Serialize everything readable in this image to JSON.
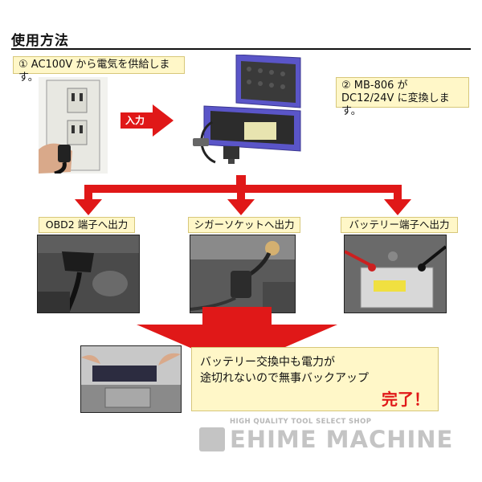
{
  "header": {
    "title": "使用方法"
  },
  "step1": {
    "text": "① AC100V から電気を供給します。"
  },
  "step2": {
    "line1": "② MB-806 が",
    "line2": "DC12/24V に変換します。"
  },
  "input_arrow": {
    "label": "入力"
  },
  "outputs": [
    {
      "label": "OBD2 端子へ出力"
    },
    {
      "label": "シガーソケットへ出力"
    },
    {
      "label": "バッテリー端子へ出力"
    }
  ],
  "result": {
    "line1": "バッテリー交換中も電力が",
    "line2": "途切れないので無事バックアップ",
    "done": "完了！"
  },
  "brand": {
    "tagline": "HIGH QUALITY TOOL SELECT SHOP",
    "name": "EHIME MACHINE"
  },
  "colors": {
    "arrow_red": "#e01818",
    "label_bg": "#fff7c8",
    "case_blue": "#5a55c8"
  }
}
